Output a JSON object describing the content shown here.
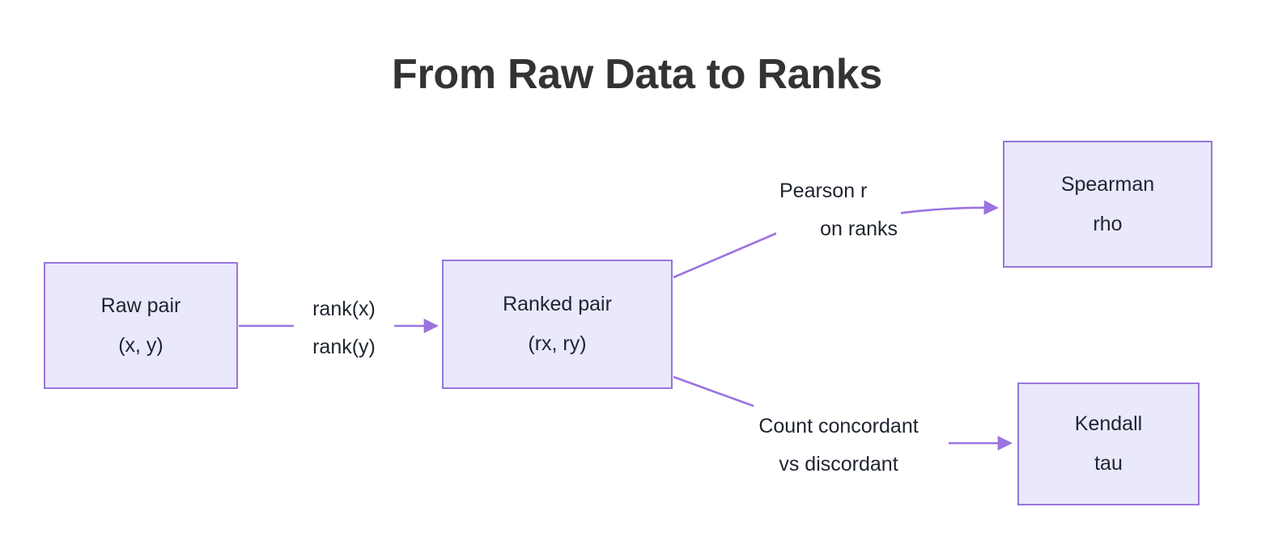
{
  "title": "From Raw Data to Ranks",
  "accent": {
    "node_fill": "#eae8fb",
    "node_border": "#9876dd",
    "edge_stroke": "#9b73e0",
    "title_color": "#333333",
    "text_color": "#1f2430",
    "background": "#ffffff"
  },
  "nodes": [
    {
      "id": "raw-pair",
      "line1": "Raw pair",
      "line2": "(x, y)"
    },
    {
      "id": "ranked-pair",
      "line1": "Ranked pair",
      "line2": "(rx, ry)"
    },
    {
      "id": "spearman",
      "line1": "Spearman",
      "line2": "rho"
    },
    {
      "id": "kendall",
      "line1": "Kendall",
      "line2": "tau"
    }
  ],
  "edges": [
    {
      "id": "raw-to-ranked",
      "from": "raw-pair",
      "to": "ranked-pair",
      "line1": "rank(x)",
      "line2": "rank(y)"
    },
    {
      "id": "ranked-to-spearman",
      "from": "ranked-pair",
      "to": "spearman",
      "line1": "Pearson r",
      "line2": "on ranks"
    },
    {
      "id": "ranked-to-kendall",
      "from": "ranked-pair",
      "to": "kendall",
      "line1": "Count concordant",
      "line2": "vs discordant"
    }
  ]
}
